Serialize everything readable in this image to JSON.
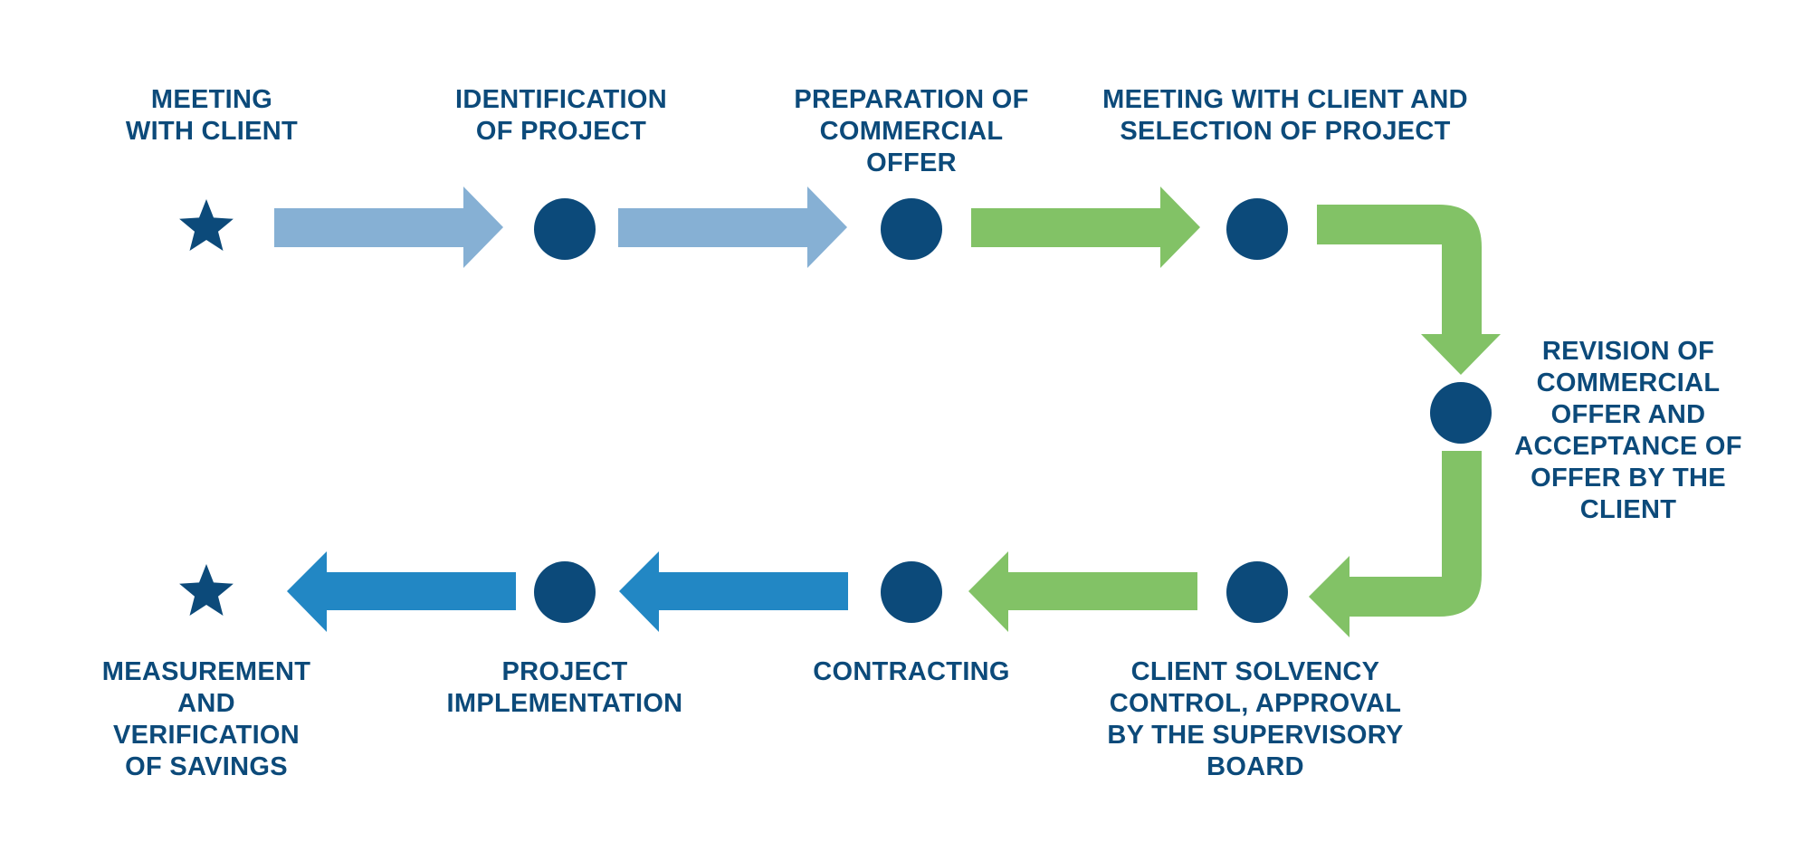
{
  "colors": {
    "node": "#0c4a7a",
    "label_text": "#0c4a7a",
    "arrow_light_blue": "#86b0d4",
    "arrow_green": "#82c266",
    "arrow_blue": "#2287c4"
  },
  "icons": {
    "start": "star-icon",
    "step": "circle-icon",
    "end": "star-icon"
  },
  "steps": [
    {
      "id": "meeting-with-client",
      "label": "MEETING\nWITH CLIENT"
    },
    {
      "id": "identification-of-project",
      "label": "IDENTIFICATION\nOF PROJECT"
    },
    {
      "id": "preparation-of-commercial-offer",
      "label": "PREPARATION OF\nCOMMERCIAL\nOFFER"
    },
    {
      "id": "meeting-and-selection",
      "label": "MEETING WITH CLIENT AND\nSELECTION OF PROJECT"
    },
    {
      "id": "revision-and-acceptance",
      "label": "REVISION OF\nCOMMERCIAL\nOFFER AND\nACCEPTANCE OF\nOFFER BY THE\nCLIENT"
    },
    {
      "id": "solvency-control",
      "label": "CLIENT SOLVENCY\nCONTROL, APPROVAL\nBY THE SUPERVISORY\nBOARD"
    },
    {
      "id": "contracting",
      "label": "CONTRACTING"
    },
    {
      "id": "project-implementation",
      "label": "PROJECT\nIMPLEMENTATION"
    },
    {
      "id": "measurement-and-verification",
      "label": "MEASUREMENT\nAND\nVERIFICATION\nOF SAVINGS"
    }
  ]
}
